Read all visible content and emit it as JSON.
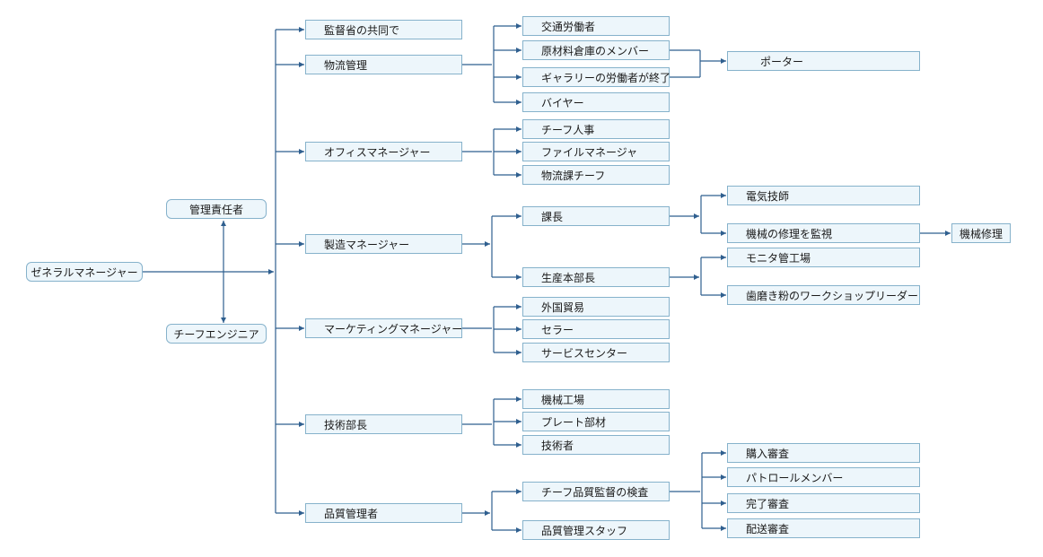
{
  "colors": {
    "line": "#2f5f8f",
    "box_fill": "#edf6fb",
    "box_border": "#86b2cb"
  },
  "diagram": {
    "general_manager": "ゼネラルマネージャー",
    "management_head": "管理責任者",
    "chief_engineer": "チーフエンジニア",
    "departments": {
      "supervision": "監督省の共同で",
      "logistics": "物流管理",
      "office": "オフィスマネージャー",
      "manufacturing": "製造マネージャー",
      "marketing": "マーケティングマネージャー",
      "technical": "技術部長",
      "quality": "品質管理者"
    },
    "logistics_children": [
      "交通労働者",
      "原材料倉庫のメンバー",
      "ギャラリーの労働者が終了",
      "バイヤー"
    ],
    "porter": "ポーター",
    "office_children": [
      "チーフ人事",
      "ファイルマネージャ",
      "物流課チーフ"
    ],
    "manufacturing_children": {
      "section_chief": "課長",
      "production_head": "生産本部長"
    },
    "section_chief_children": [
      "電気技師",
      "機械の修理を監視"
    ],
    "machine_repair": "機械修理",
    "production_children": [
      "モニタ管工場",
      "歯磨き粉のワークショップリーダー"
    ],
    "marketing_children": [
      "外国貿易",
      "セラー",
      "サービスセンター"
    ],
    "technical_children": [
      "機械工場",
      "プレート部材",
      "技術者"
    ],
    "quality_children": {
      "chief_inspection": "チーフ品質監督の検査",
      "qc_staff": "品質管理スタッフ"
    },
    "inspection_children": [
      "購入審査",
      "パトロールメンバー",
      "完了審査",
      "配送審査"
    ]
  }
}
